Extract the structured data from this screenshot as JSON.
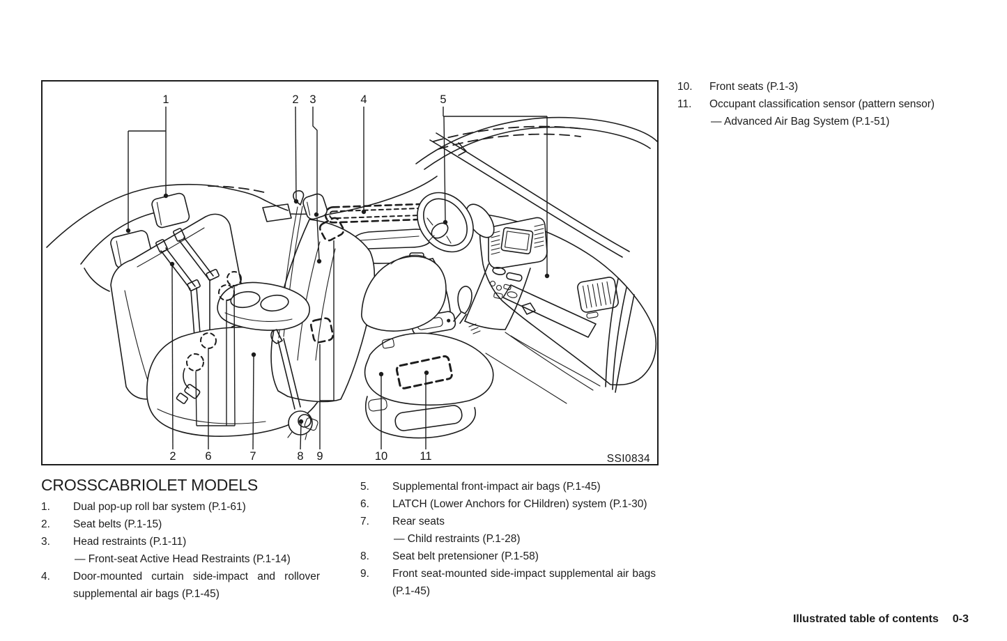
{
  "colors": {
    "ink": "#1c1c1c",
    "paper": "#ffffff"
  },
  "figure": {
    "code": "SSI0834",
    "callouts_top": [
      "1",
      "2",
      "3",
      "4",
      "5"
    ],
    "callouts_bottom": [
      "2",
      "6",
      "7",
      "8",
      "9",
      "10",
      "11"
    ]
  },
  "section": {
    "heading": "CROSSCABRIOLET MODELS",
    "left_items": [
      {
        "num": "1.",
        "text": "Dual pop-up roll bar system (P.1-61)"
      },
      {
        "num": "2.",
        "text": "Seat belts (P.1-15)"
      },
      {
        "num": "3.",
        "text": "Head restraints (P.1-11)",
        "sub": "— Front-seat Active Head Restraints (P.1-14)"
      },
      {
        "num": "4.",
        "text": "Door-mounted curtain side-impact and rollover supplemental air bags (P.1-45)"
      }
    ],
    "middle_items": [
      {
        "num": "5.",
        "text": "Supplemental front-impact air bags (P.1-45)"
      },
      {
        "num": "6.",
        "text": "LATCH (Lower Anchors for CHildren) system (P.1-30)"
      },
      {
        "num": "7.",
        "text": "Rear seats",
        "sub": "— Child restraints (P.1-28)"
      },
      {
        "num": "8.",
        "text": "Seat belt pretensioner (P.1-58)"
      },
      {
        "num": "9.",
        "text": "Front seat-mounted side-impact supplemental air bags (P.1-45)"
      }
    ],
    "right_items": [
      {
        "num": "10.",
        "text": "Front seats (P.1-3)"
      },
      {
        "num": "11.",
        "text": "Occupant classification sensor (pattern sensor)",
        "sub": "— Advanced Air Bag System (P.1-51)"
      }
    ]
  },
  "footer": {
    "label": "Illustrated table of contents",
    "page_number": "0-3"
  }
}
